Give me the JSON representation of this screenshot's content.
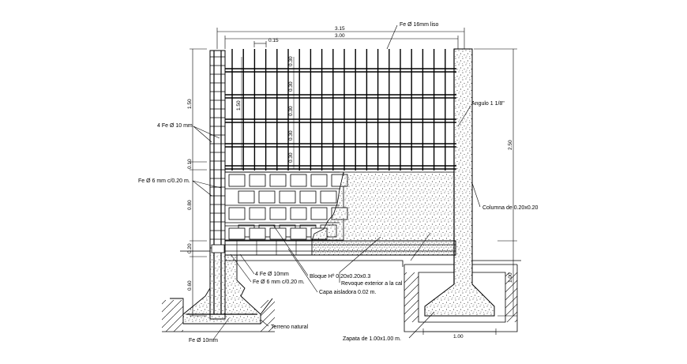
{
  "labels": {
    "fe16_liso": "Fe Ø 16mm liso",
    "angulo": "Angulo 1 1/8\"",
    "fe10_top": "4 Fe Ø 10 mm",
    "fe6_top": "Fe Ø 6 mm c/0.20 m.",
    "columna": "Columna de 0.20x0.20",
    "fe10_bottom": "4 Fe Ø 10mm",
    "fe6_bottom": "Fe Ø 6 mm c/0.20 m.",
    "bloque": "Bloque Hº 0.20x0.20x0.3",
    "revoque": "Revoque exterior a la cal",
    "capa": "Capa aisladora 0.02 m.",
    "terreno": "Terreno natural",
    "zapata": "Zapata de 1.00x1.00 m.",
    "fe10_footer": "Fe Ø 10mm"
  },
  "dimensions": {
    "total_width": "3.15",
    "inner_width": "3.00",
    "bar_spacing": "0.15",
    "left_1_50": "1.50",
    "left_0_10": "0.10",
    "left_0_80": "0.80",
    "left_0_20": "0.20",
    "left_0_60": "0.60",
    "right_2_50": "2.50",
    "right_1_00": "1.00",
    "footing_width": "1.00",
    "grid_1_50": "1.50",
    "grid_0_30_a": "0.30",
    "grid_0_30_b": "0.30",
    "grid_0_30_c": "0.30",
    "grid_0_30_d": "0.30",
    "grid_0_30_e": "0.30"
  }
}
